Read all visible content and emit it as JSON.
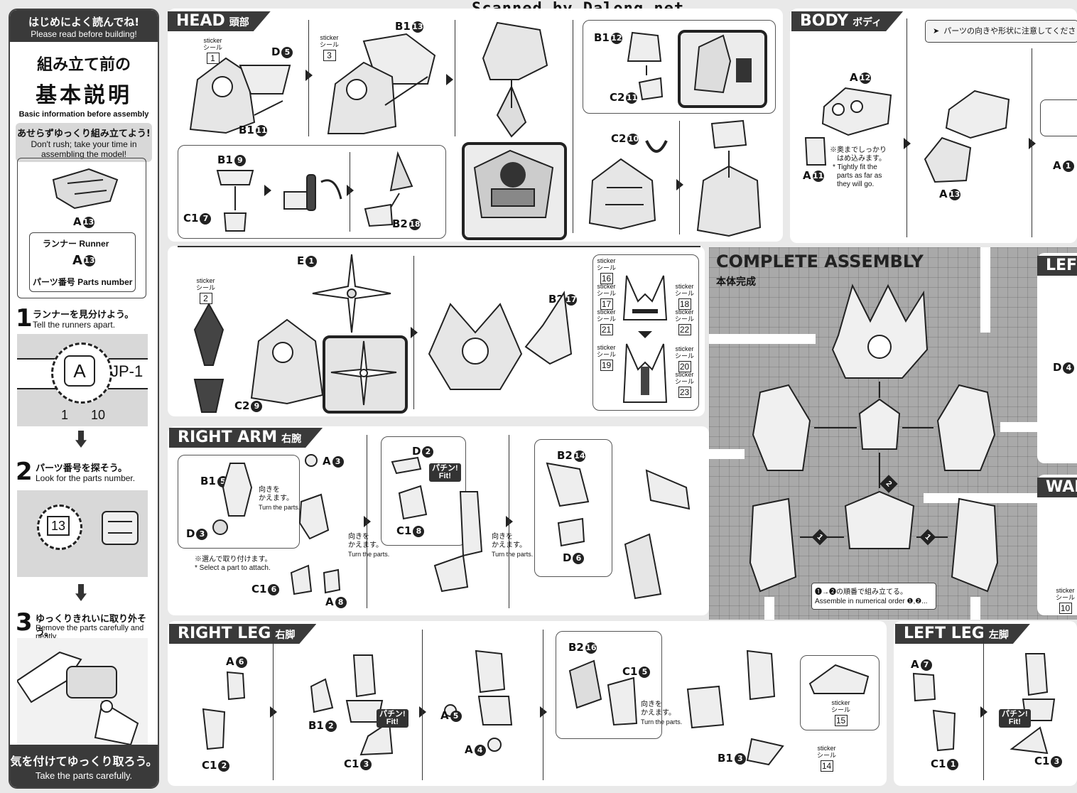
{
  "watermark": "Scanned by Dalong.net",
  "sidebar": {
    "tag_jp": "はじめによく読んでね!",
    "tag_en": "Please read before building!",
    "title_line1": "組み立て前の",
    "title_line2": "基本説明",
    "subtitle": "Basic information before assembly",
    "rush_jp": "あせらずゆっくり組み立てよう!",
    "rush_en1": "Don't rush; take your time in",
    "rush_en2": "assembling the model!",
    "example_part": "A",
    "example_num": "13",
    "runner_jp": "ランナー",
    "runner_en": "Runner",
    "partsno_jp": "パーツ番号",
    "partsno_en": "Parts number",
    "step1_num": "1",
    "step1_jp": "ランナーを見分けよう。",
    "step1_en": "Tell the runners apart.",
    "runner_letter": "A",
    "runner_code": "JP-1",
    "runner_n1": "1",
    "runner_n10": "10",
    "step2_num": "2",
    "step2_jp": "パーツ番号を探そう。",
    "step2_en": "Look for the parts number.",
    "step2_tag": "13",
    "step3_num": "3",
    "step3_jp": "ゆっくりきれいに取り外そう。",
    "step3_en": "Remove the parts carefully and neatly.",
    "footer_jp": "気を付けてゆっくり取ろう。",
    "footer_en": "Take the parts carefully."
  },
  "head": {
    "title": "HEAD",
    "title_jp": "頭部",
    "parts": [
      {
        "id": "h1",
        "label": "D",
        "n": "5"
      },
      {
        "id": "h2",
        "label": "B1",
        "n": "11"
      },
      {
        "id": "h3",
        "label": "B1",
        "n": "13"
      },
      {
        "id": "h4",
        "label": "B1",
        "n": "12"
      },
      {
        "id": "h5",
        "label": "C2",
        "n": "11"
      },
      {
        "id": "h6",
        "label": "C2",
        "n": "10"
      },
      {
        "id": "h7",
        "label": "B1",
        "n": "9"
      },
      {
        "id": "h8",
        "label": "C1",
        "n": "7"
      },
      {
        "id": "h9",
        "label": "B2",
        "n": "18"
      },
      {
        "id": "h10",
        "label": "E",
        "n": "1"
      },
      {
        "id": "h11",
        "label": "C2",
        "n": "9"
      },
      {
        "id": "h12",
        "label": "B2",
        "n": "17"
      }
    ],
    "stickers": [
      {
        "id": "s1",
        "n": "1"
      },
      {
        "id": "s3",
        "n": "3"
      },
      {
        "id": "s2",
        "n": "2"
      },
      {
        "id": "s16",
        "n": "16"
      },
      {
        "id": "s18",
        "n": "18"
      },
      {
        "id": "s17",
        "n": "17"
      },
      {
        "id": "s21",
        "n": "21"
      },
      {
        "id": "s22",
        "n": "22"
      },
      {
        "id": "s19",
        "n": "19"
      },
      {
        "id": "s20",
        "n": "20"
      },
      {
        "id": "s23",
        "n": "23"
      }
    ],
    "sticker_label": "sticker",
    "sticker_jp": "シール"
  },
  "body": {
    "title": "BODY",
    "title_jp": "ボディ",
    "banner": "パーツの向きや形状に注意してくださ",
    "parts": [
      {
        "id": "b1",
        "label": "A",
        "n": "12"
      },
      {
        "id": "b2",
        "label": "A",
        "n": "11"
      },
      {
        "id": "b3",
        "label": "A",
        "n": "13"
      },
      {
        "id": "b4",
        "label": "A",
        "n": "1"
      }
    ],
    "note_jp1": "※奥までしっかり",
    "note_jp2": "はめ込みます。",
    "note_en1": "* Tightly fit the",
    "note_en2": "parts as far as",
    "note_en3": "they will go."
  },
  "complete": {
    "title": "COMPLETE ASSEMBLY",
    "title_jp": "本体完成",
    "step1": "1",
    "step2": "2",
    "order_jp": "❶→❷の順番で組み立てる。",
    "order_en": "Assemble in numerical order ❶,❷..."
  },
  "left_arm": {
    "title": "LEF",
    "part": {
      "label": "D",
      "n": "4"
    }
  },
  "waist": {
    "title": "WAIS",
    "sticker": "10"
  },
  "right_arm": {
    "title": "RIGHT ARM",
    "title_jp": "右腕",
    "parts": [
      {
        "id": "ra1",
        "label": "A",
        "n": "3"
      },
      {
        "id": "ra2",
        "label": "B1",
        "n": "5"
      },
      {
        "id": "ra3",
        "label": "D",
        "n": "3"
      },
      {
        "id": "ra4",
        "label": "C1",
        "n": "6"
      },
      {
        "id": "ra5",
        "label": "A",
        "n": "8"
      },
      {
        "id": "ra6",
        "label": "D",
        "n": "2"
      },
      {
        "id": "ra7",
        "label": "C1",
        "n": "8"
      },
      {
        "id": "ra8",
        "label": "B2",
        "n": "14"
      },
      {
        "id": "ra9",
        "label": "D",
        "n": "6"
      }
    ],
    "turn_jp1": "向きを",
    "turn_jp2": "かえます。",
    "turn_en": "Turn the parts.",
    "select_jp": "※選んで取り付けます。",
    "select_en": "* Select a part to attach.",
    "fit_jp": "パチン!",
    "fit_en": "Fit!"
  },
  "right_leg": {
    "title": "RIGHT LEG",
    "title_jp": "右脚",
    "parts": [
      {
        "id": "rl1",
        "label": "A",
        "n": "6"
      },
      {
        "id": "rl2",
        "label": "C1",
        "n": "2"
      },
      {
        "id": "rl3",
        "label": "B1",
        "n": "2"
      },
      {
        "id": "rl4",
        "label": "C1",
        "n": "3"
      },
      {
        "id": "rl5",
        "label": "A",
        "n": "5"
      },
      {
        "id": "rl6",
        "label": "A",
        "n": "4"
      },
      {
        "id": "rl7",
        "label": "B2",
        "n": "16"
      },
      {
        "id": "rl8",
        "label": "C1",
        "n": "5"
      },
      {
        "id": "rl9",
        "label": "B1",
        "n": "3"
      }
    ],
    "stickers": [
      {
        "id": "s15",
        "n": "15"
      },
      {
        "id": "s14",
        "n": "14"
      }
    ]
  },
  "left_leg": {
    "title": "LEFT LEG",
    "title_jp": "左脚",
    "parts": [
      {
        "id": "ll1",
        "label": "A",
        "n": "7"
      },
      {
        "id": "ll2",
        "label": "C1",
        "n": "1"
      },
      {
        "id": "ll3",
        "label": "C1",
        "n": "3"
      }
    ]
  }
}
